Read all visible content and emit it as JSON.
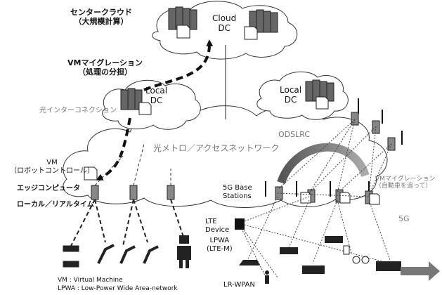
{
  "labels": {
    "center_cloud_line1": "センタークラウド",
    "center_cloud_line2": "（大規模計算）",
    "cloud_dc_line1": "Cloud",
    "cloud_dc_line2": "DC",
    "vm_migration_left_line1": "VMマイグレーション",
    "vm_migration_left_line2": "（処理の分担）",
    "local_dc_left_line1": "Local",
    "local_dc_left_line2": "DC",
    "local_dc_right_line1": "Local",
    "local_dc_right_line2": "DC",
    "optical_interconnect": "光インターコネクション",
    "odslrc": "ODSLRC",
    "optical_metro_access": "光メトロ／アクセスネットワーク",
    "vm_robot_line1": "VM",
    "vm_robot_line2": "（ロボットコントロール）",
    "edge_computer": "エッジコンピュータ",
    "local_realtime": "ローカル／リアルタイム",
    "base_stations_line1": "5G Base",
    "base_stations_line2": "Stations",
    "vm_migration_right_line1": "VMマイグレーション",
    "vm_migration_right_line2": "（自動車を追って）",
    "lte_device_line1": "LTE",
    "lte_device_line2": "Device",
    "lpwa_line1": "LPWA",
    "lpwa_line2": "(LTE-M)",
    "five_g": "5G",
    "lr_wpan": "LR-WPAN",
    "legend_vm": "VM : Virtual Machine",
    "legend_lpwa": "LPWA : Low-Power Wide Area-network"
  }
}
